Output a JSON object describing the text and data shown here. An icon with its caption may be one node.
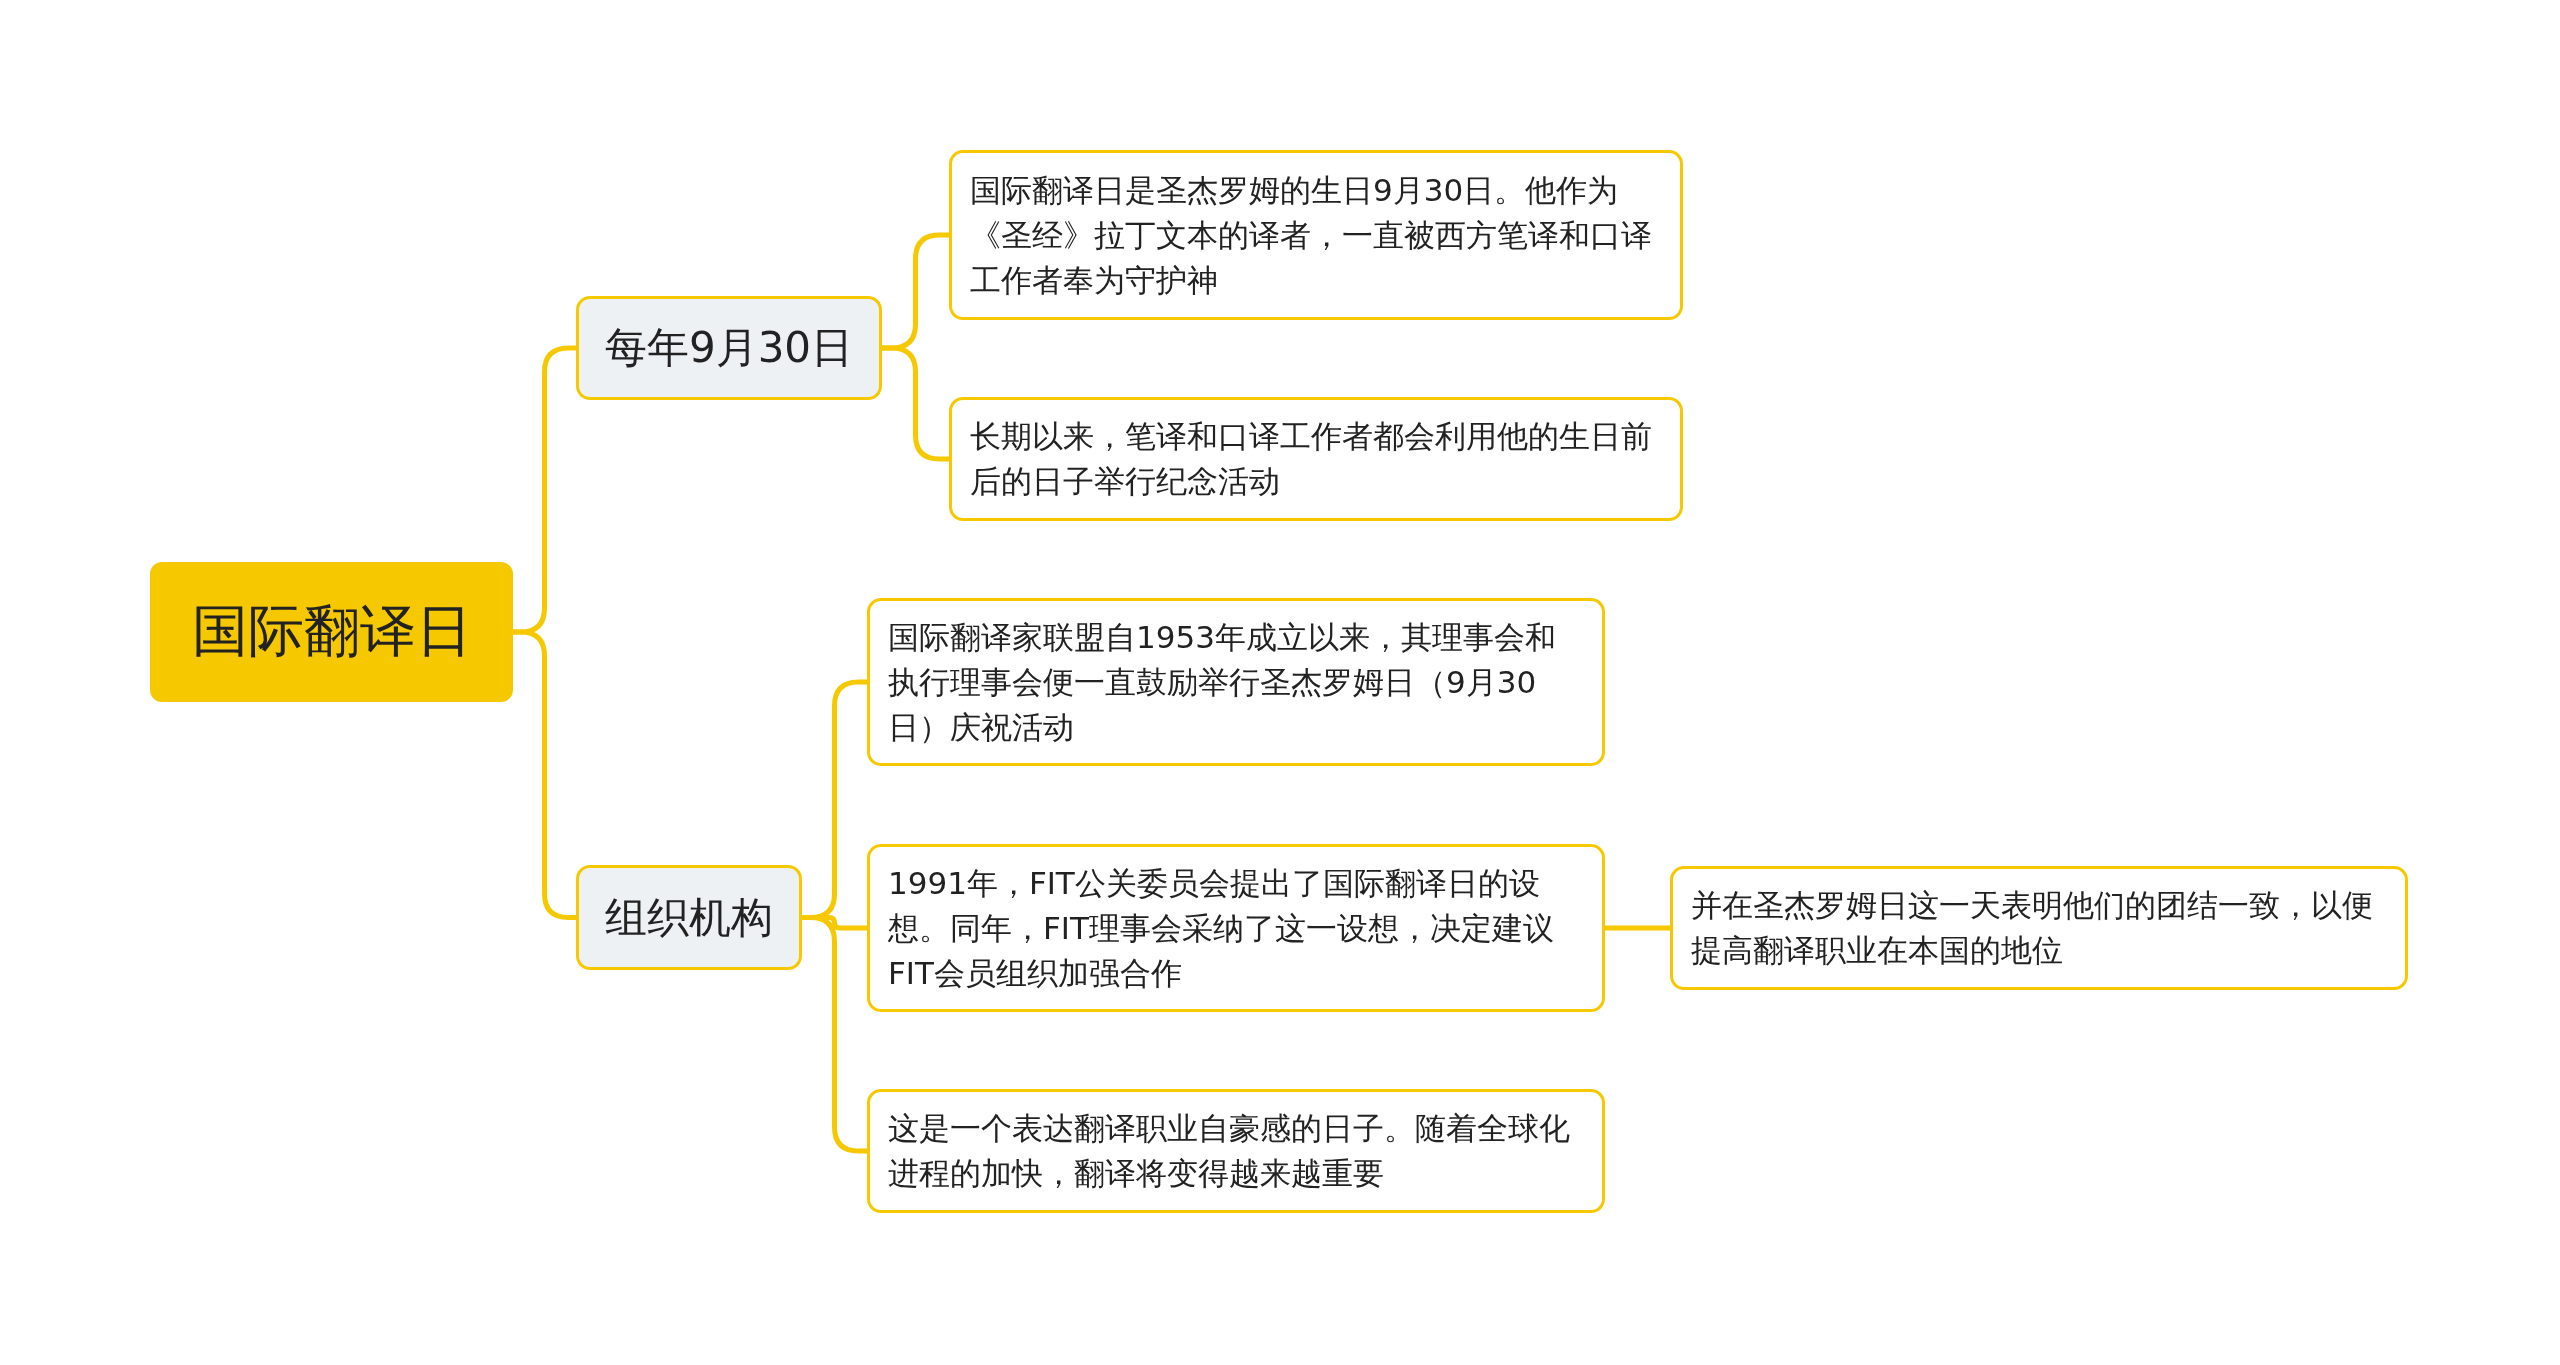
{
  "diagram": {
    "nodes": [
      {
        "text": [
          "国际翻译日"
        ]
      },
      {
        "text": [
          "每年9月30日"
        ]
      },
      {
        "text": [
          "组织机构"
        ]
      },
      {
        "text": [
          "国际翻译日是圣杰罗姆的生日9月30日。他作为《圣经》拉丁文本的译者，一直被西方笔译和口译工作者奉为守护神"
        ]
      },
      {
        "text": [
          "长期以来，笔译和口译工作者都会利用他的生日前后的日子举行纪念活动"
        ]
      },
      {
        "text": [
          "国际翻译家联盟自1953年成立以来，其理事会和执行理事会便一直鼓励举行圣杰罗姆日（9月30日）庆祝活动"
        ]
      },
      {
        "text": [
          "1991年，FIT公关委员会提出了国际翻译日的设想。同年，FIT理事会采纳了这一设想，决定建议FIT会员组织加强合作"
        ]
      },
      {
        "text": [
          "并在圣杰罗姆日这一天表明他们的团结一致，以便提高翻译职业在本国的地位"
        ]
      },
      {
        "text": [
          "这是一个表达翻译职业自豪感的日子。随着全球化进程的加快，翻译将变得越来越重要"
        ]
      }
    ],
    "edges": [
      {
        "from": 0,
        "to": 1,
        "arrow": "none"
      },
      {
        "from": 0,
        "to": 2,
        "arrow": "none"
      },
      {
        "from": 1,
        "to": 3,
        "arrow": "none"
      },
      {
        "from": 1,
        "to": 4,
        "arrow": "none"
      },
      {
        "from": 2,
        "to": 5,
        "arrow": "none"
      },
      {
        "from": 2,
        "to": 6,
        "arrow": "none"
      },
      {
        "from": 2,
        "to": 8,
        "arrow": "none"
      },
      {
        "from": 6,
        "to": 7,
        "arrow": "none"
      }
    ]
  }
}
